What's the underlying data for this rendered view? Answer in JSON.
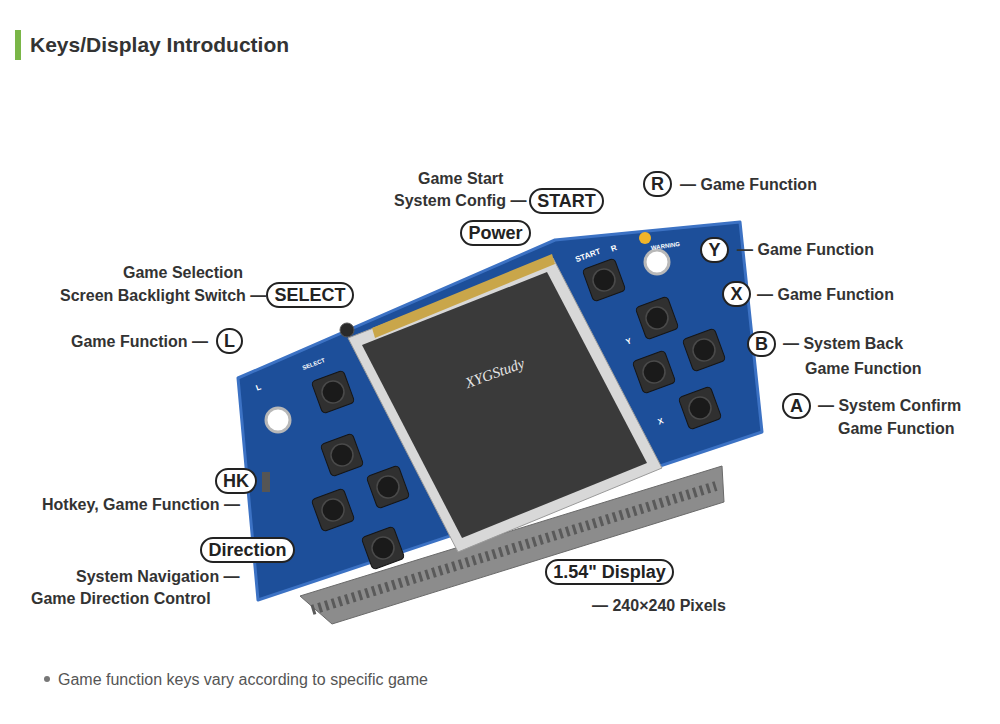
{
  "diagram": {
    "title": "Keys/Display Introduction",
    "caption": "Game function keys vary according to specific game",
    "nodes": [
      {
        "text": [
          "START"
        ]
      },
      {
        "text": [
          "R"
        ]
      },
      {
        "text": [
          "Power"
        ]
      },
      {
        "text": [
          "Y"
        ]
      },
      {
        "text": [
          "SELECT"
        ]
      },
      {
        "text": [
          "X"
        ]
      },
      {
        "text": [
          "L"
        ]
      },
      {
        "text": [
          "B"
        ]
      },
      {
        "text": [
          "A"
        ]
      },
      {
        "text": [
          "HK"
        ]
      },
      {
        "text": [
          "Direction"
        ]
      },
      {
        "text": [
          "1.54\" Display"
        ]
      }
    ],
    "labels": [
      "Game Start",
      "System Config —",
      "— Game Function",
      "— Game Function",
      "Game Selection",
      "Screen Backlight Switch —",
      "— Game Function",
      "Game Function —",
      "— System Back",
      "Game Function",
      "— System Confirm",
      "Game Function",
      "Hotkey, Game Function —",
      "System Navigation —",
      "Game Direction Control",
      "— 240×240 Pixels",
      "XYGStudy",
      "SELECT",
      "L",
      "START",
      "R",
      "WARNING",
      "Y",
      "X"
    ]
  }
}
